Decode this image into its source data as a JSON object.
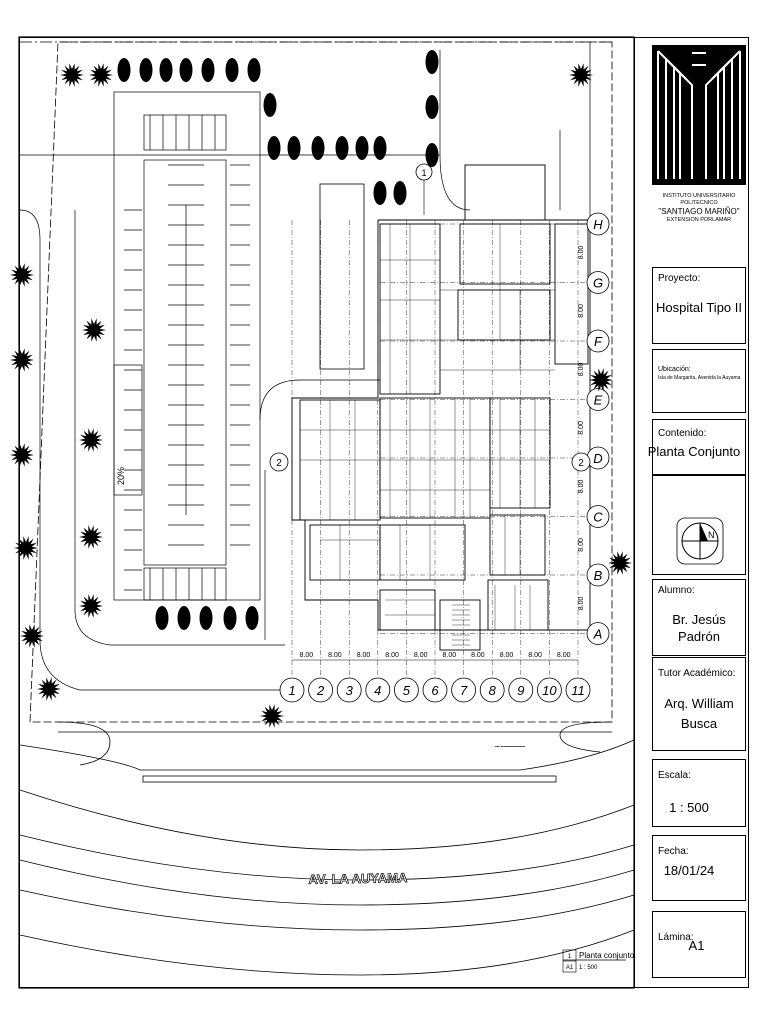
{
  "institute": {
    "line1": "INSTITUTO UNIVERSITARIO POLITECNICO",
    "line2": "\"SANTIAGO MARIÑO\"",
    "line3": "EXTENSION PORLAMAR"
  },
  "title_block": {
    "project_label": "Proyecto:",
    "project_value": "Hospital Tipo II",
    "location_label": "Ubicación:",
    "location_value": "Isla de Margarita, Avenida la Auyama",
    "content_label": "Contenido:",
    "content_value": "Planta Conjunto",
    "student_label": "Alumno:",
    "student_value": "Br. Jesús Padrón",
    "tutor_label": "Tutor Académico:",
    "tutor_value_1": "Arq. William",
    "tutor_value_2": "Busca",
    "scale_label": "Escala:",
    "scale_value": "1 : 500",
    "date_label": "Fecha:",
    "date_value": "18/01/24",
    "sheet_label": "Lámina:",
    "sheet_value": "A1"
  },
  "plan": {
    "street_name": "AV. LA AUYAMA",
    "ramp_label": "20%",
    "grid_rows": [
      "H",
      "G",
      "F",
      "E",
      "D",
      "C",
      "B",
      "A"
    ],
    "grid_columns": [
      "1",
      "2",
      "3",
      "4",
      "5",
      "6",
      "7",
      "8",
      "9",
      "10",
      "11"
    ],
    "column_spacing_label": "8.00",
    "row_spacing_label": "8.00",
    "section_marker_2": "2",
    "section_marker_1": "1"
  },
  "legend": {
    "number": "1",
    "title": "Planta conjunto",
    "sheet": "A1",
    "scale": "1 : 500"
  },
  "colors": {
    "line": "#000000",
    "background": "#ffffff",
    "tree": "#000000"
  }
}
